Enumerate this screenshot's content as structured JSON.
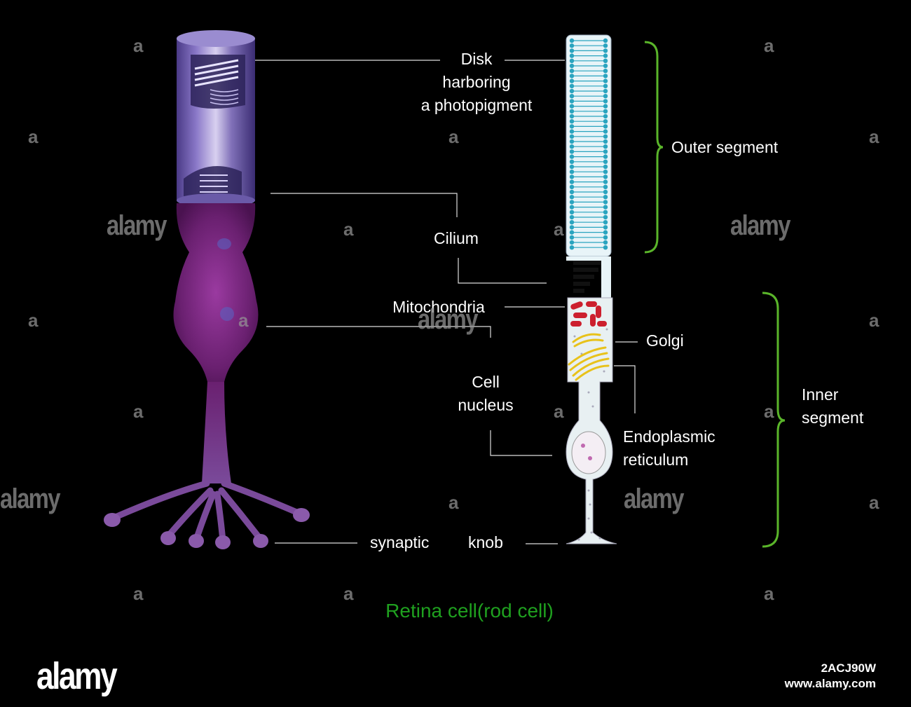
{
  "labels": {
    "disk": "Disk\nharboring\na photopigment",
    "outer_segment": "Outer segment",
    "cilium": "Cilium",
    "mitochondria": "Mitochondria",
    "golgi": "Golgi",
    "cell_nucleus": "Cell\nnucleus",
    "inner_segment": "Inner\nsegment",
    "endoplasmic_reticulum": "Endoplasmic\nreticulum",
    "synaptic": "synaptic",
    "knob": "knob"
  },
  "title": "Retina cell(rod cell)",
  "watermark": {
    "brand": "alamy",
    "mark": "a"
  },
  "footer": {
    "logo": "alamy",
    "image_id": "2ACJ90W",
    "site": "www.alamy.com"
  },
  "colors": {
    "title": "#1fa01f",
    "bracket": "#5ab52a",
    "outer_disk": "#2aa4bf",
    "mitochondria": "#cc1f2e",
    "golgi": "#e8c21a"
  }
}
